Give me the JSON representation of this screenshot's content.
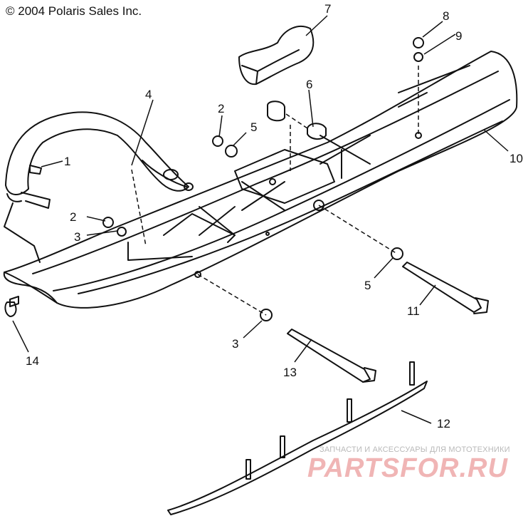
{
  "copyright": "© 2004 Polaris Sales Inc.",
  "callouts": [
    "1",
    "2",
    "2",
    "3",
    "3",
    "4",
    "5",
    "5",
    "6",
    "7",
    "8",
    "9",
    "10",
    "11",
    "12",
    "13",
    "14"
  ],
  "watermark": {
    "tagline": "ЗАПЧАСТИ И АКСЕССУАРЫ ДЛЯ МОТОТЕХНИКИ",
    "brand": "PARTSFOR.RU"
  },
  "colors": {
    "line": "#111111",
    "watermark": "#f0b5b5"
  }
}
